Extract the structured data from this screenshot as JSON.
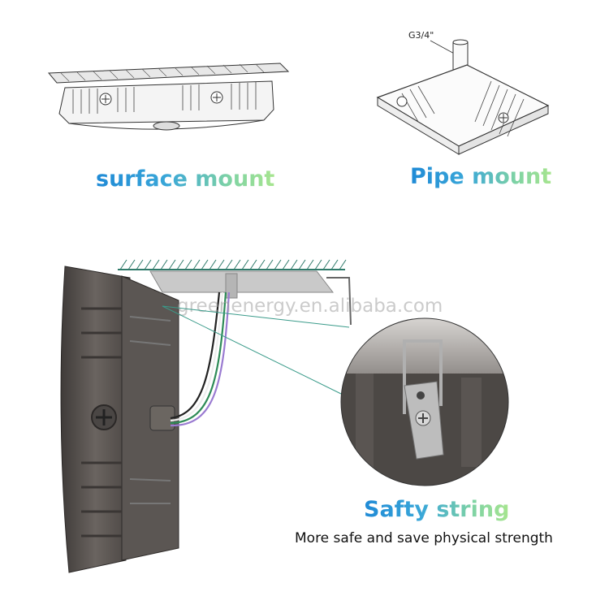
{
  "labels": {
    "surface_mount": "surface mount",
    "pipe_mount": "Pipe mount",
    "safety_string": "Safty string",
    "safety_subtitle": "More safe and save physical strength",
    "pipe_thread": "G3/4\"",
    "watermark": "greenenergy.en.alibaba.com"
  },
  "colors": {
    "gradient_start": "#1f8ad6",
    "gradient_end": "#a7e58f",
    "housing": "#5a5552",
    "ceiling_hatch": "#2f7a6a",
    "leader_line": "#3a9b8a"
  },
  "icons": {
    "surface_drawing": "surface-mount-drawing",
    "pipe_drawing": "pipe-mount-drawing",
    "fixture_photo": "canopy-light-photo",
    "detail_circle": "safety-clip-detail"
  }
}
